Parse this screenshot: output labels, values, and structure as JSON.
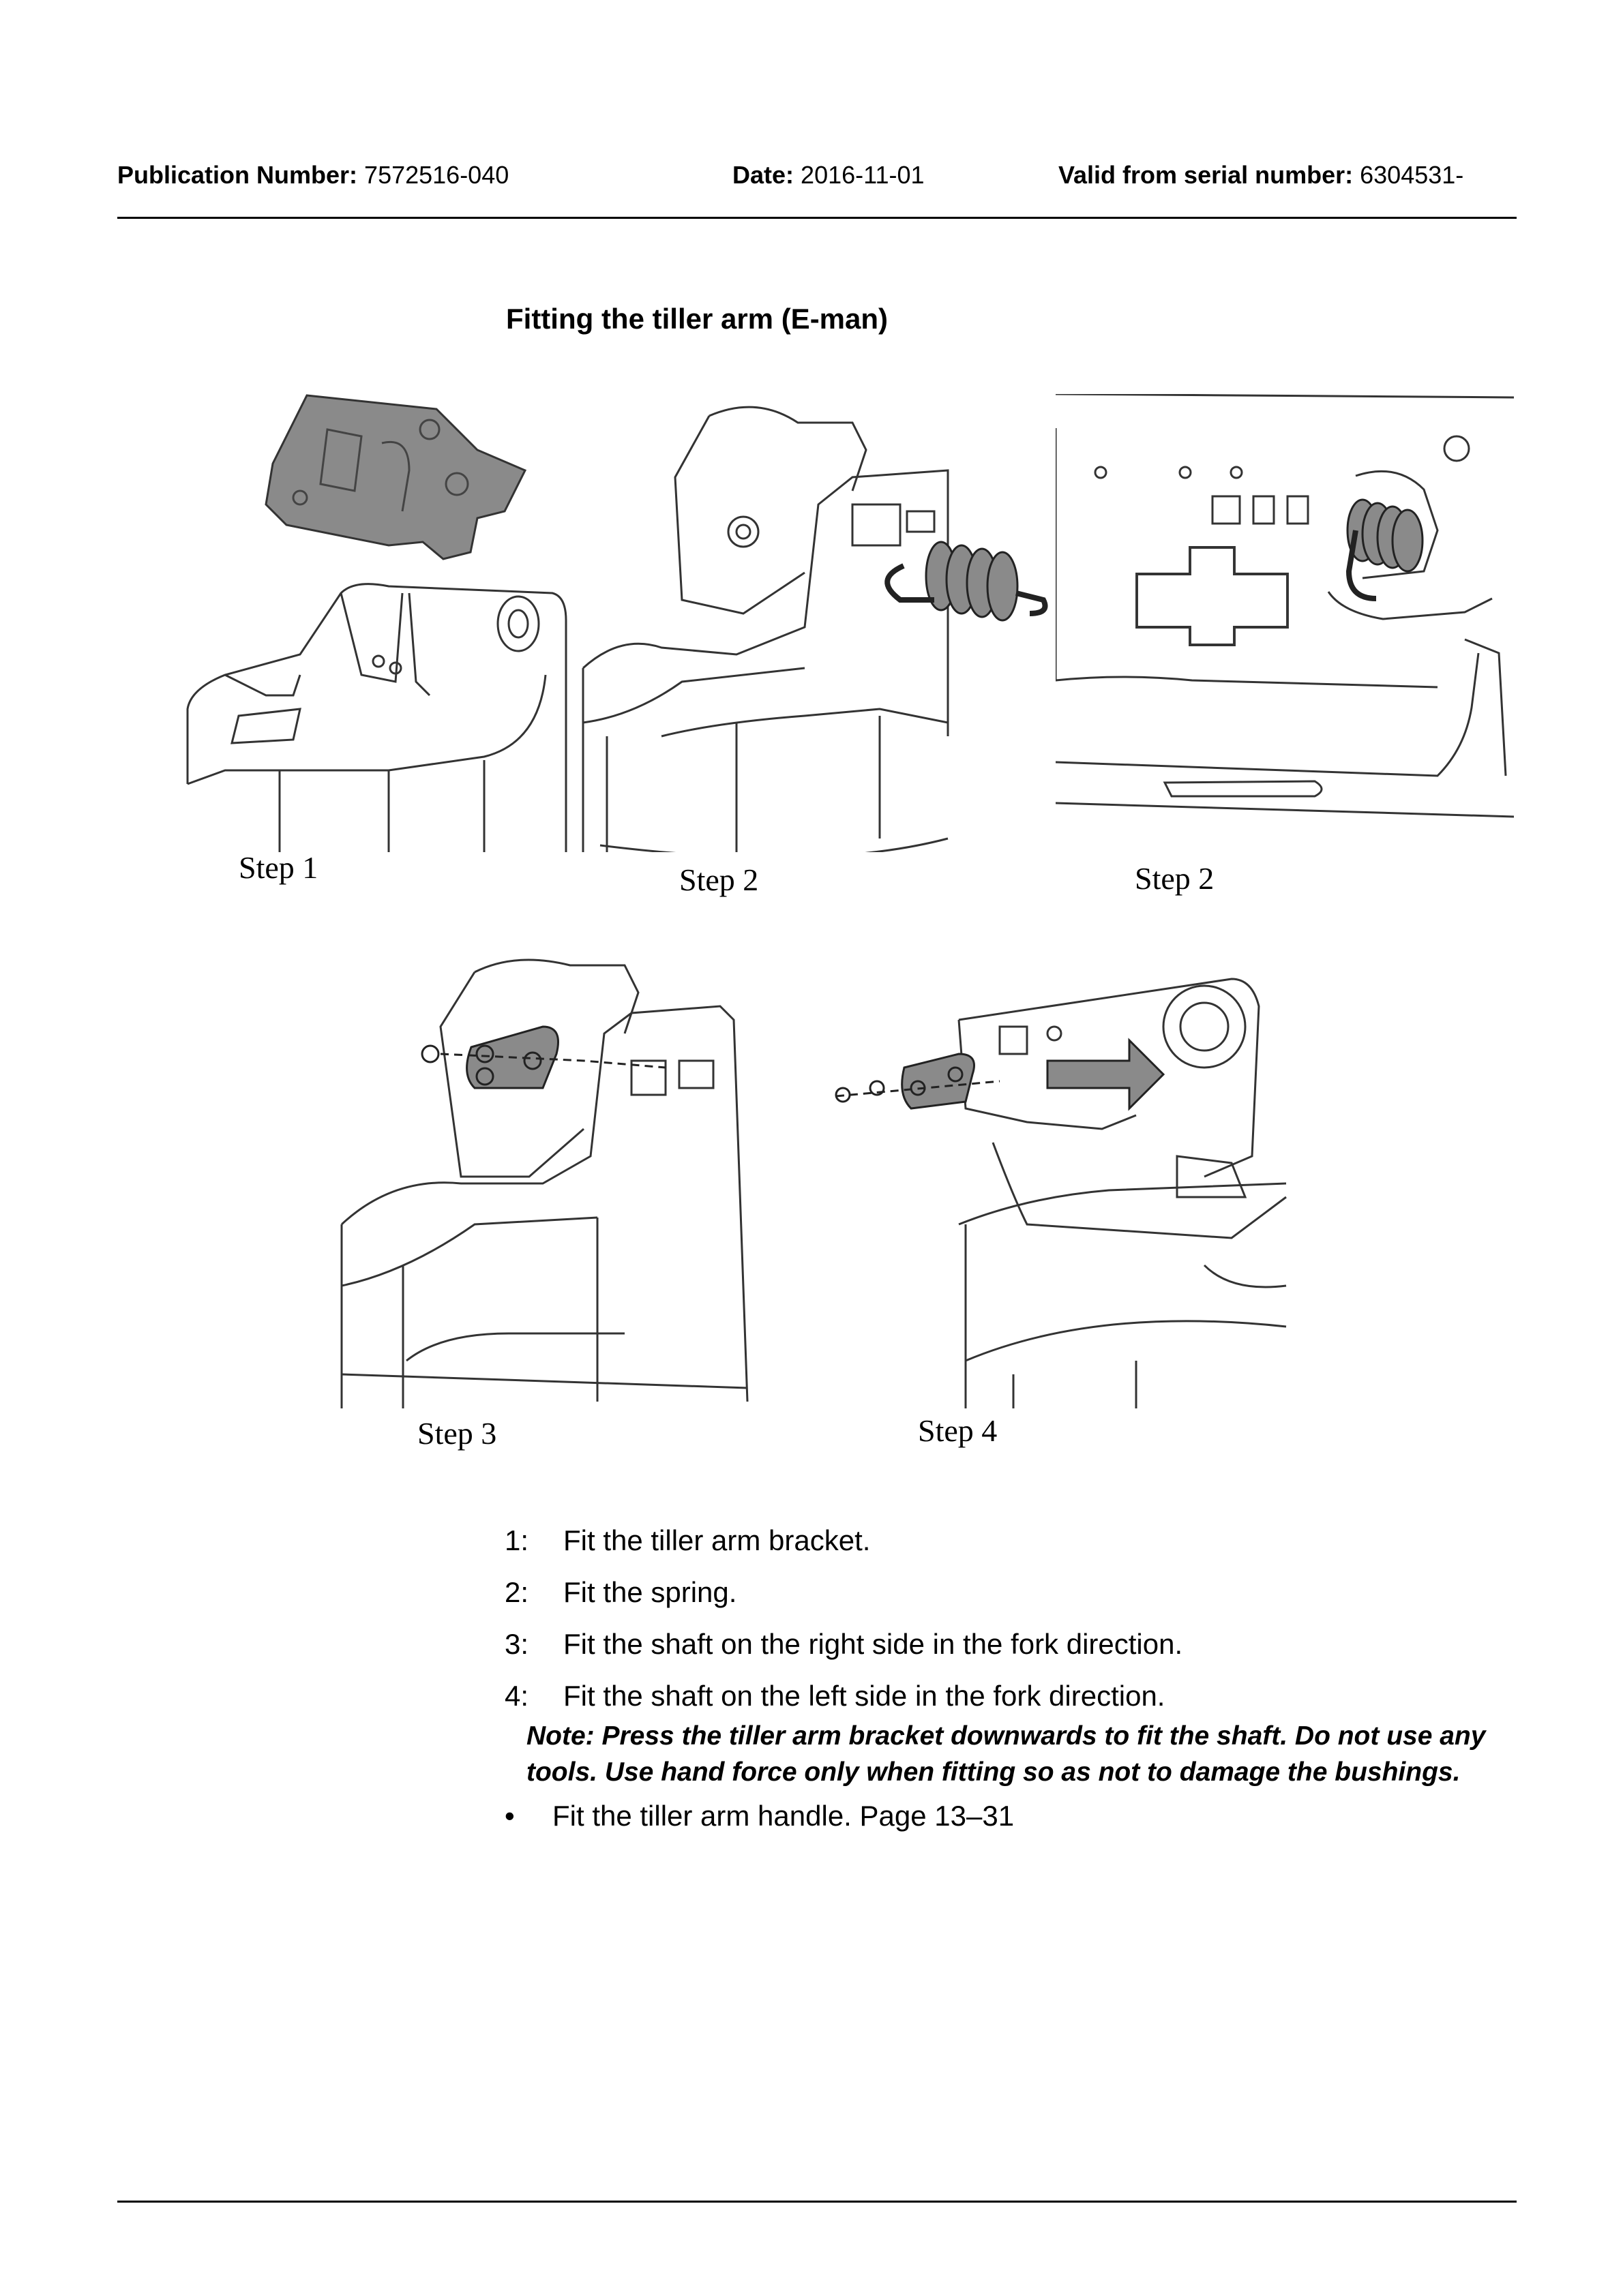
{
  "header": {
    "publication_label": "Publication Number:",
    "publication_value": "7572516-040",
    "date_label": "Date:",
    "date_value": "2016-11-01",
    "serial_label": "Valid from serial number:",
    "serial_value": "6304531-"
  },
  "title": "Fitting the tiller arm (E-man)",
  "figures": [
    {
      "caption": "Step 1"
    },
    {
      "caption": "Step 2"
    },
    {
      "caption": "Step 2"
    },
    {
      "caption": "Step 3"
    },
    {
      "caption": "Step 4"
    }
  ],
  "steps": [
    {
      "number": "1:",
      "text": "Fit the tiller arm bracket."
    },
    {
      "number": "2:",
      "text": "Fit the spring."
    },
    {
      "number": "3:",
      "text": "Fit the shaft on the right side in the fork direction."
    },
    {
      "number": "4:",
      "text": "Fit the shaft on the left side in the fork direction."
    }
  ],
  "note": "Note: Press the tiller arm bracket downwards to fit the shaft. Do not use any tools. Use hand force only when fitting so as not to damage the bushings.",
  "bullet": {
    "symbol": "•",
    "text": "Fit the tiller arm handle. Page 13–31"
  },
  "colors": {
    "text": "#000000",
    "part_fill": "#8a8a8a",
    "line": "#333333"
  }
}
